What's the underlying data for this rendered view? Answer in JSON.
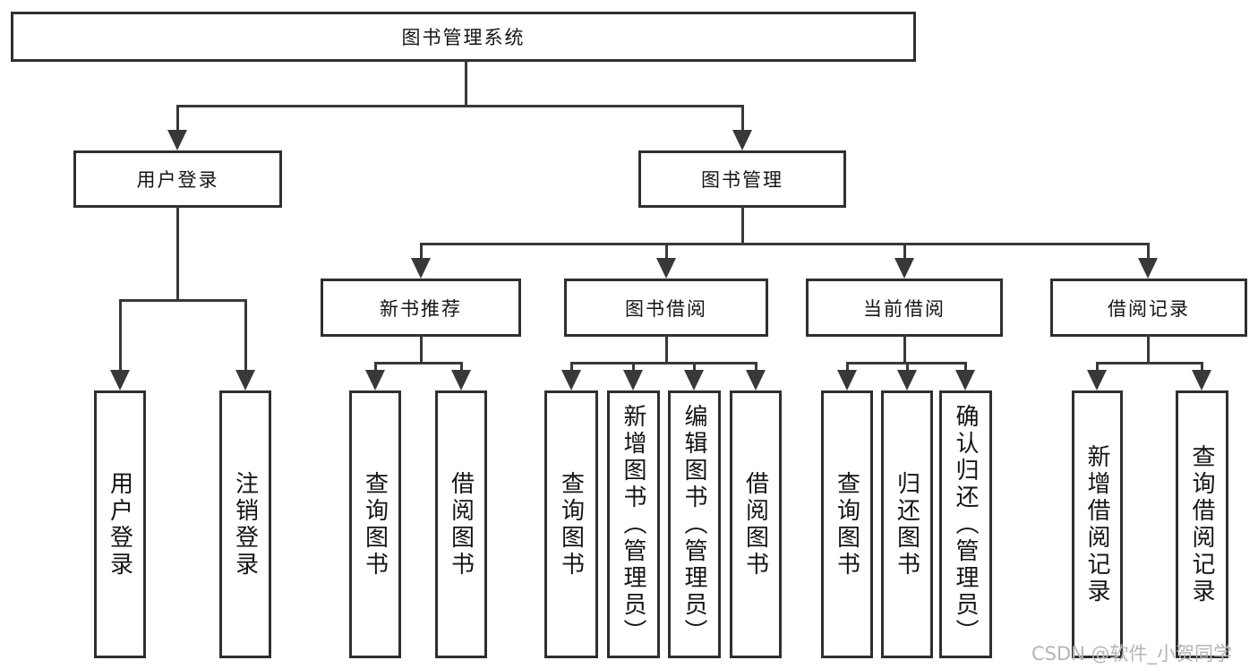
{
  "colors": {
    "line": "#383838",
    "border": "#2f2f2f",
    "text": "#141414",
    "watermark": "#b5b5b5",
    "bg": "#ffffff"
  },
  "watermark": {
    "text": "CSDN @软件_小贺同学"
  },
  "tree": {
    "root": {
      "label": "图书管理系统"
    },
    "children": [
      {
        "label": "用户登录",
        "children": [
          {
            "label": "用户登录"
          },
          {
            "label": "注销登录"
          }
        ]
      },
      {
        "label": "图书管理",
        "children": [
          {
            "label": "新书推荐",
            "children": [
              {
                "label": "查询图书"
              },
              {
                "label": "借阅图书"
              }
            ]
          },
          {
            "label": "图书借阅",
            "children": [
              {
                "label": "查询图书"
              },
              {
                "label": "新增图书（管理员）"
              },
              {
                "label": "编辑图书（管理员）"
              },
              {
                "label": "借阅图书"
              }
            ]
          },
          {
            "label": "当前借阅",
            "children": [
              {
                "label": "查询图书"
              },
              {
                "label": "归还图书"
              },
              {
                "label": "确认归还（管理员）"
              }
            ]
          },
          {
            "label": "借阅记录",
            "children": [
              {
                "label": "新增借阅记录"
              },
              {
                "label": "查询借阅记录"
              }
            ]
          }
        ]
      }
    ]
  }
}
